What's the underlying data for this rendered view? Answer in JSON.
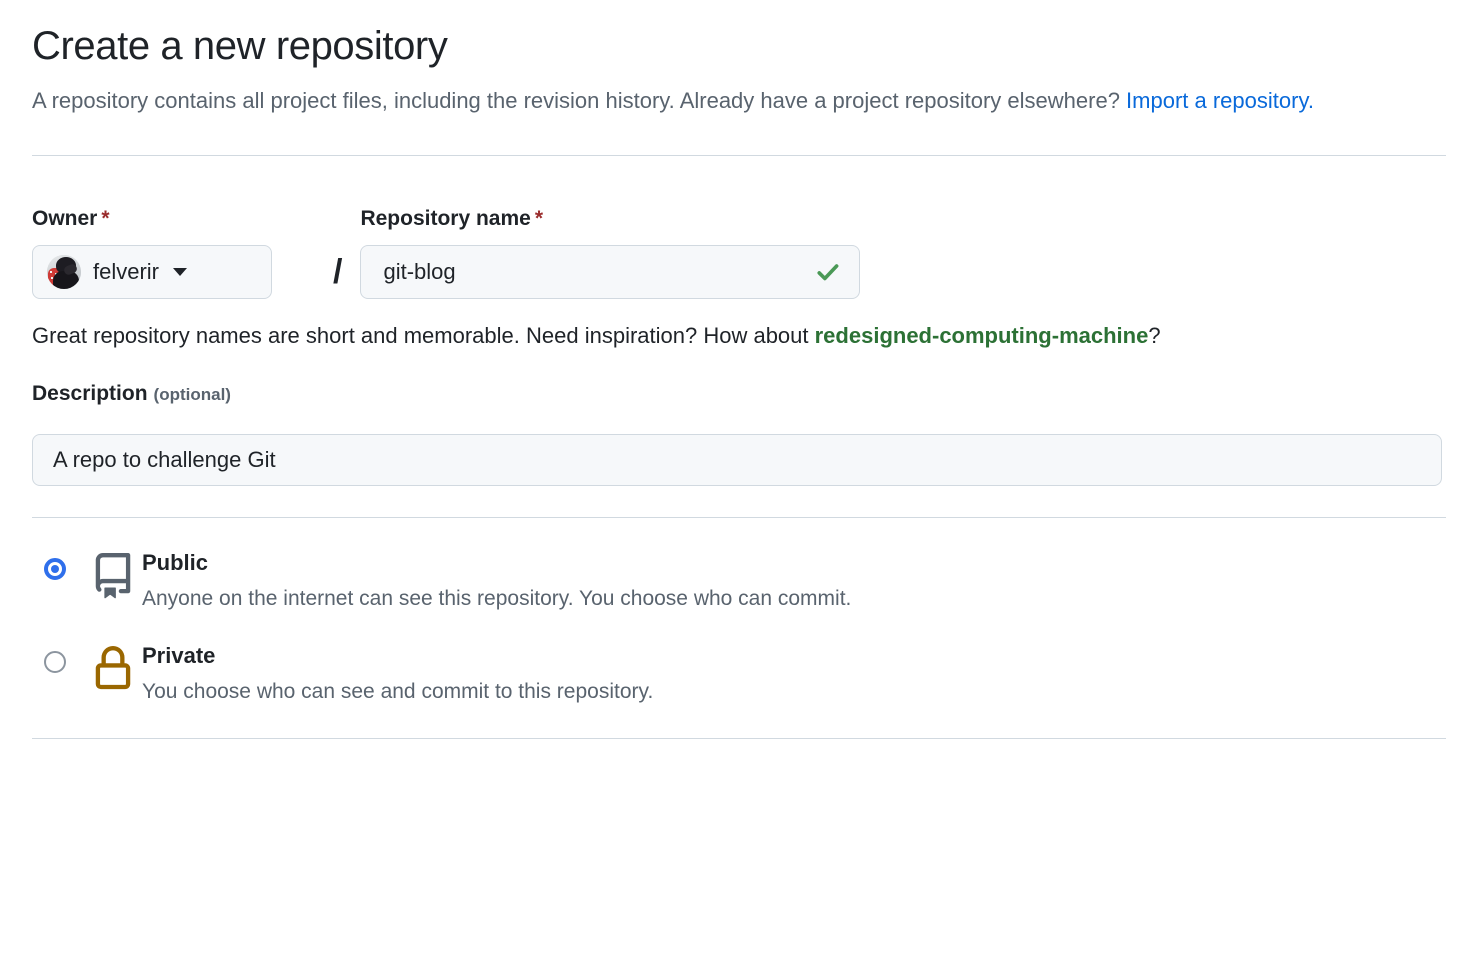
{
  "header": {
    "title": "Create a new repository",
    "subtitle_before": "A repository contains all project files, including the revision history. Already have a project repository elsewhere? ",
    "import_link": "Import a repository."
  },
  "owner": {
    "label": "Owner",
    "required_marker": "*",
    "value": "felverir",
    "avatar_alt": "felverir-avatar",
    "caret_icon": "chevron-down-icon"
  },
  "separator": "/",
  "repo_name": {
    "label": "Repository name",
    "required_marker": "*",
    "value": "git-blog",
    "placeholder": "",
    "valid_icon": "check-icon",
    "valid_color": "#4a9956"
  },
  "hint": {
    "before": "Great repository names are short and memorable. Need inspiration? How about ",
    "suggestion": "redesigned-computing-machine",
    "after": "?",
    "suggestion_color": "#2c7135"
  },
  "description": {
    "label": "Description",
    "optional": "(optional)",
    "value": "A repo to challenge Git",
    "placeholder": ""
  },
  "visibility": {
    "options": [
      {
        "id": "public",
        "title": "Public",
        "description": "Anyone on the internet can see this repository. You choose who can commit.",
        "icon": "repo-book-icon",
        "icon_color": "#59636e",
        "selected": true
      },
      {
        "id": "private",
        "title": "Private",
        "description": "You choose who can see and commit to this repository.",
        "icon": "lock-icon",
        "icon_color": "#9a6700",
        "selected": false
      }
    ]
  },
  "colors": {
    "link": "#0969da",
    "accent_radio": "#2f6feb",
    "required": "#9a2c2c",
    "divider": "#d1d9e0",
    "input_bg": "#f6f8fa",
    "muted_text": "#59636e"
  }
}
